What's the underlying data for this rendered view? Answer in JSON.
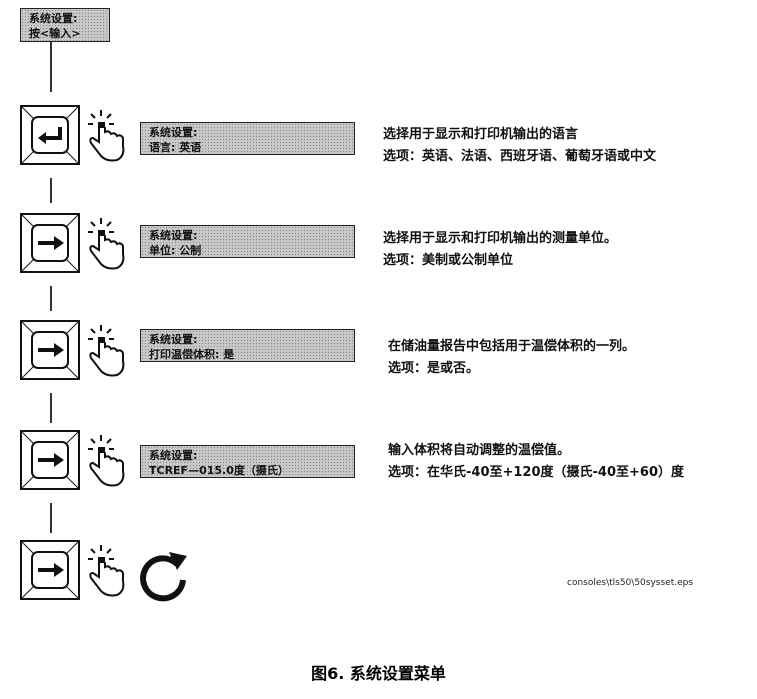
{
  "start": {
    "line1": "系统设置:",
    "line2": "按<输入>"
  },
  "steps": [
    {
      "key": "enter-key",
      "display": [
        "系统设置:",
        "语言: 英语"
      ],
      "desc": [
        "选择用于显示和打印机输出的语言",
        "选项：英语、法语、西班牙语、葡萄牙语或中文"
      ]
    },
    {
      "key": "right-arrow-key",
      "display": [
        "系统设置:",
        "单位: 公制"
      ],
      "desc": [
        "选择用于显示和打印机输出的测量单位。",
        "选项：美制或公制单位"
      ]
    },
    {
      "key": "right-arrow-key",
      "display": [
        "系统设置:",
        "打印温偿体积: 是"
      ],
      "desc": [
        "在储油量报告中包括用于温偿体积的一列。",
        "选项：是或否。"
      ]
    },
    {
      "key": "right-arrow-key",
      "display": [
        "系统设置:",
        "TCREF—015.0度（摄氏）"
      ],
      "desc": [
        "输入体积将自动调整的温偿值。",
        "选项：在华氏-40至+120度（摄氏-40至+60）度"
      ]
    }
  ],
  "filename": "consoles\\tls50\\50sysset.eps",
  "caption": "图6. 系统设置菜单"
}
